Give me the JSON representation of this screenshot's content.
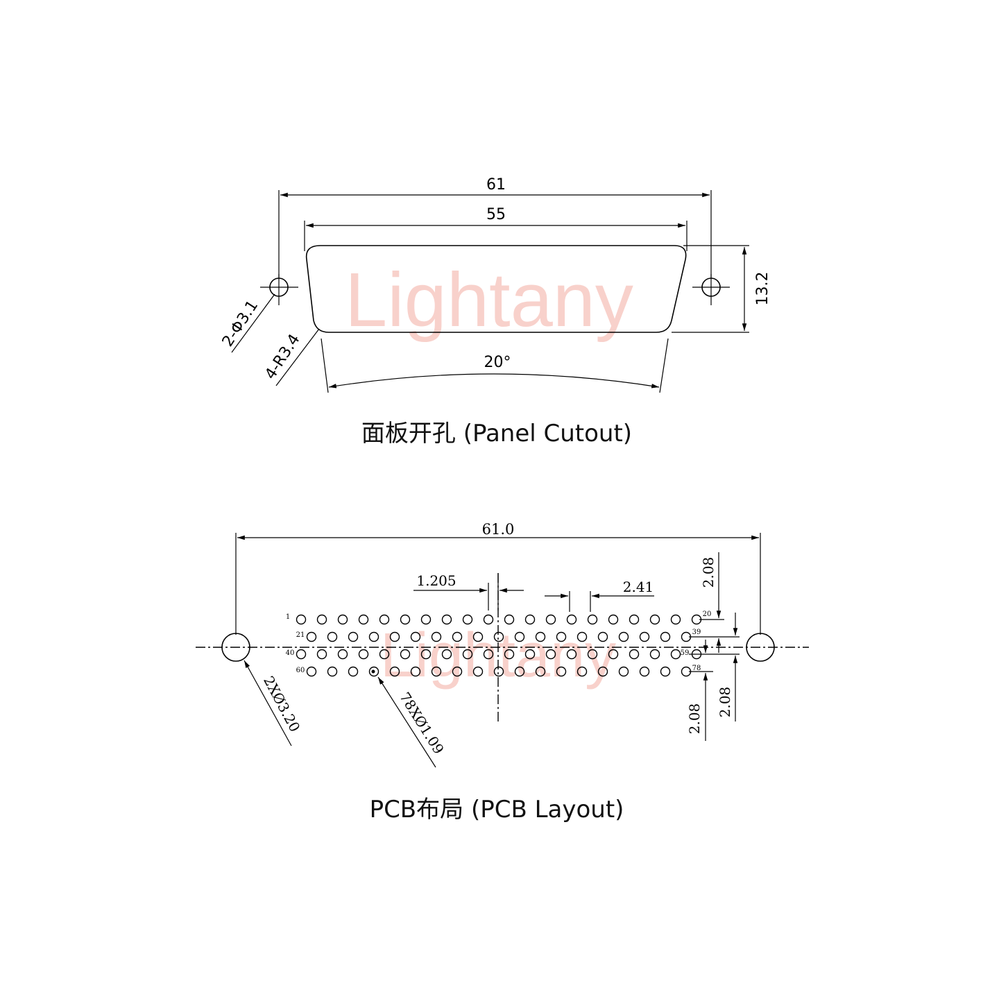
{
  "watermark": "Lightany",
  "panel": {
    "caption": "面板开孔 (Panel Cutout)",
    "dim_overall": "61",
    "dim_cutout": "55",
    "dim_height": "13.2",
    "dim_angle": "20°",
    "note_holes": "2-Φ3.1",
    "note_radius": "4-R3.4"
  },
  "pcb": {
    "caption": "PCB布局 (PCB Layout)",
    "dim_overall": "61.0",
    "dim_half_pitch": "1.205",
    "dim_pitch": "2.41",
    "dim_row_top": "2.08",
    "dim_row_bottom_left": "2.08",
    "dim_row_bottom_right": "2.08",
    "note_mount": "2XØ3.20",
    "note_pins": "78XØ1.09",
    "row_labels": {
      "r1_start": "1",
      "r1_end": "20",
      "r2_start": "21",
      "r2_end": "39",
      "r3_start": "40",
      "r3_end": "59",
      "r4_start": "60",
      "r4_end": "78"
    }
  },
  "colors": {
    "line": "#000000",
    "watermark": "#f7c9c3"
  }
}
